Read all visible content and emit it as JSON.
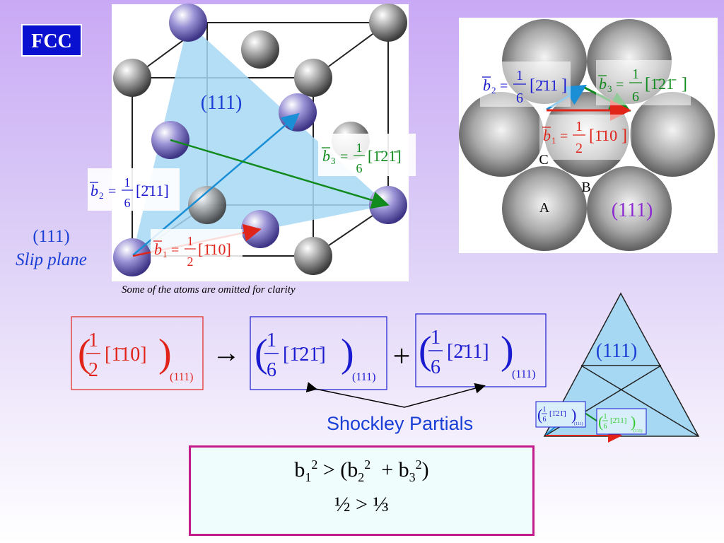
{
  "badge": "FCC",
  "cube": {
    "plane_label": "(111)",
    "caption": "Some of the atoms are omitted for clarity",
    "b1": {
      "prefix": "b",
      "sub": "1",
      "num": "1",
      "den": "2",
      "vector": "[1̄10]"
    },
    "b2": {
      "prefix": "b",
      "sub": "2",
      "num": "1",
      "den": "6",
      "vector": "[2̄11]"
    },
    "b3": {
      "prefix": "b",
      "sub": "3",
      "num": "1",
      "den": "6",
      "vector": "[1̄21̄]"
    }
  },
  "slip_plane": {
    "line1": "(111)",
    "line2": "Slip plane"
  },
  "stack": {
    "plane_label": "(111)",
    "labels": {
      "a": "A",
      "b": "B",
      "c": "C"
    },
    "b1": {
      "sub": "1",
      "num": "1",
      "den": "2",
      "vector": "1̄10"
    },
    "b2": {
      "sub": "2",
      "num": "1",
      "den": "6",
      "vector": "2̄11"
    },
    "b3": {
      "sub": "3",
      "num": "1",
      "den": "6",
      "vector": "1̄21̄"
    }
  },
  "reaction": {
    "lhs": {
      "num": "1",
      "den": "2",
      "vector": "[1̄10]",
      "plane": "(111)"
    },
    "arrow": "→",
    "rhs1": {
      "num": "1",
      "den": "6",
      "vector": "[1̄21̄]",
      "plane": "(111)"
    },
    "plus": "+",
    "rhs2": {
      "num": "1",
      "den": "6",
      "vector": "[2̄11]",
      "plane": "(111)"
    },
    "shockley": "Shockley Partials"
  },
  "triangle": {
    "plane_label": "(111)",
    "box1": {
      "num": "1",
      "den": "6",
      "vector": "[1̄21̄]",
      "plane": "(111)"
    },
    "box2": {
      "num": "1",
      "den": "6",
      "vector": "[2̄11]",
      "plane": "(111)"
    }
  },
  "relation": {
    "b1": "b",
    "b1sub": "1",
    "b1sup": "2",
    "gt": " > (",
    "b2": "b",
    "b2sub": "2",
    "b2sup": "2",
    "plus": "  + ",
    "b3": "b",
    "b3sub": "3",
    "b3sup": "2",
    "close": ")",
    "line2": "½ > ⅓"
  },
  "colors": {
    "blue_text": "#1a3fd6",
    "red": "#e0241a",
    "green": "#118a1e",
    "plane_fill": "#a7d8f3",
    "badge": "#0a10d0",
    "relation_border": "#c21d8a"
  }
}
